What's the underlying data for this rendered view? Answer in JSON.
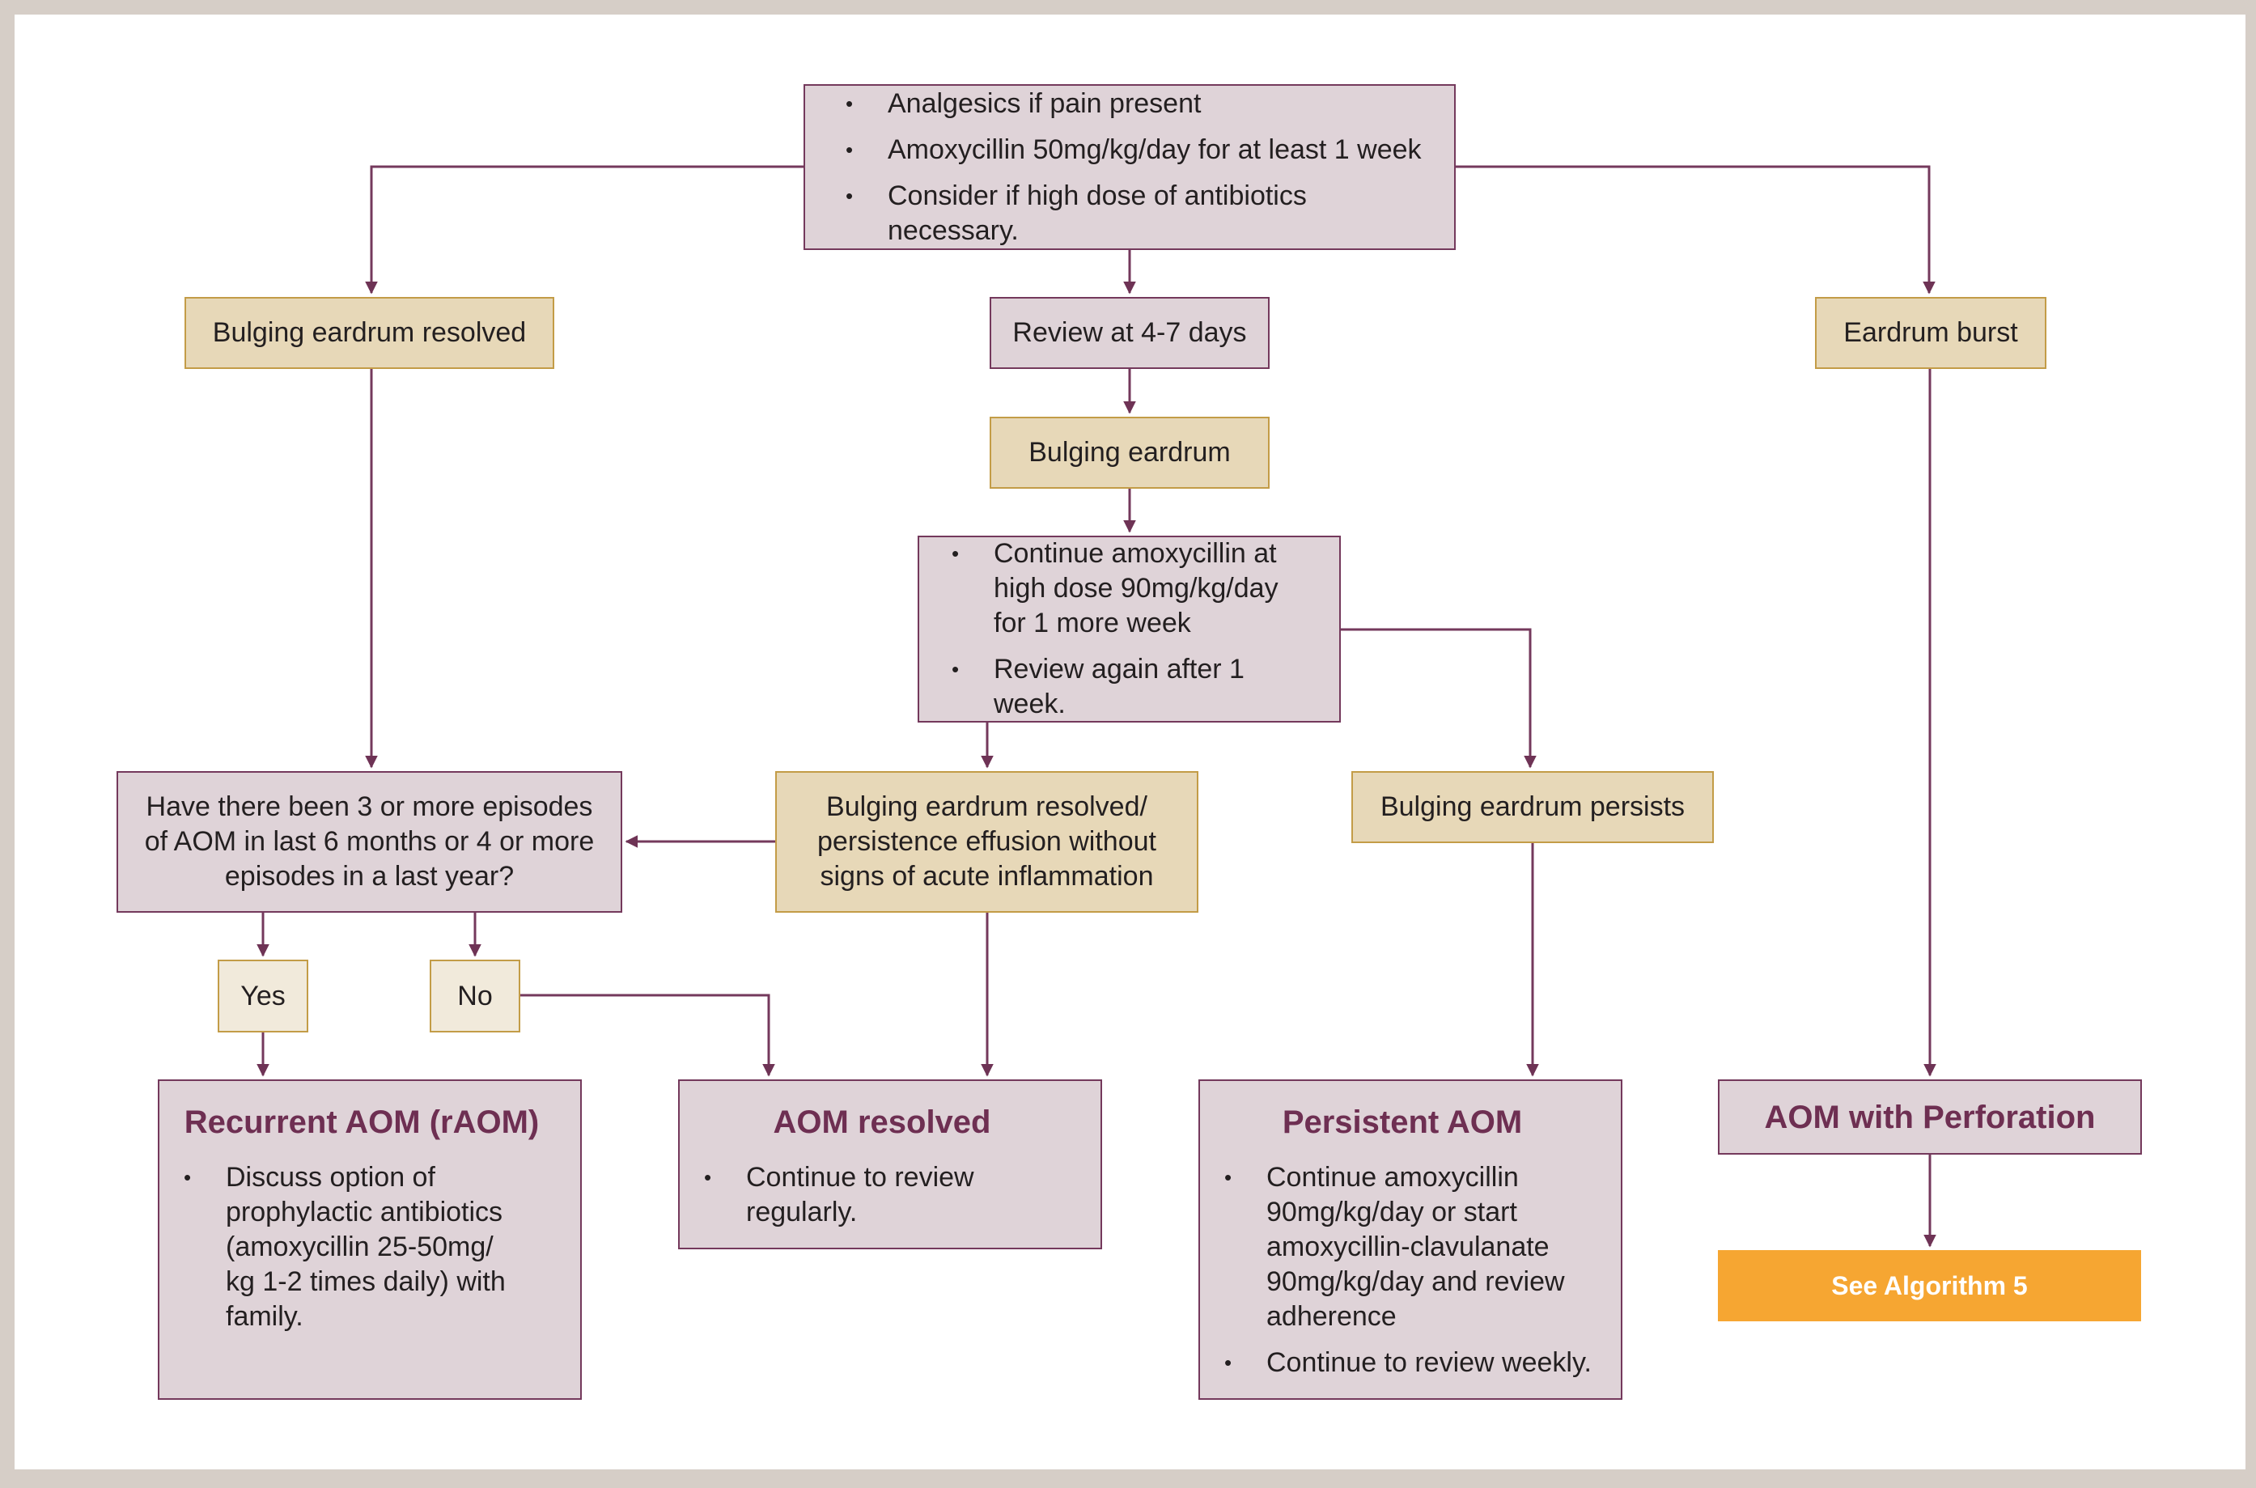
{
  "colors": {
    "plum_fill": "#dfd3d8",
    "plum_border": "#74395c",
    "tan_fill": "#e7d8b8",
    "tan_border": "#c39c47",
    "cream_fill": "#f1eadb",
    "title_color": "#6e2f52",
    "orange_fill": "#f6a632",
    "frame": "#d6cec7"
  },
  "nodes": {
    "initial_treatment": {
      "bullets": [
        "Analgesics if pain present",
        "Amoxycillin 50mg/kg/day for at least 1 week",
        "Consider if high dose of antibiotics necessary."
      ]
    },
    "bulging_resolved_left": {
      "text": "Bulging eardrum resolved"
    },
    "review_4_7": {
      "text": "Review at 4-7 days"
    },
    "eardrum_burst": {
      "text": "Eardrum burst"
    },
    "bulging_eardrum": {
      "text": "Bulging eardrum"
    },
    "continue_high_dose": {
      "bullets": [
        "Continue amoxycillin at high dose 90mg/kg/day for 1 more week",
        "Review again after 1 week."
      ]
    },
    "recurrence_question": {
      "text": "Have there been 3 or more episodes of AOM in last 6 months or 4 or more episodes in a last year?"
    },
    "resolved_effusion": {
      "text": "Bulging eardrum resolved/ persistence effusion without signs of acute inflammation"
    },
    "bulging_persists": {
      "text": "Bulging eardrum persists"
    },
    "yes": {
      "text": "Yes"
    },
    "no": {
      "text": "No"
    },
    "recurrent_aom": {
      "title": "Recurrent AOM (rAOM)",
      "bullets": [
        "Discuss option of prophylactic antibiotics (amoxycillin 25-50mg/ kg 1-2 times daily) with family."
      ]
    },
    "aom_resolved": {
      "title": "AOM resolved",
      "bullets": [
        "Continue to review regularly."
      ]
    },
    "persistent_aom": {
      "title": "Persistent AOM",
      "bullets": [
        "Continue amoxycillin 90mg/kg/day or start amoxycillin-clavulanate 90mg/kg/day and review adherence",
        "Continue to review weekly."
      ]
    },
    "aom_perforation": {
      "title": "AOM with Perforation"
    },
    "see_algorithm": {
      "text": "See Algorithm 5"
    }
  },
  "edges": [
    {
      "from": "initial_treatment",
      "to": "bulging_resolved_left"
    },
    {
      "from": "initial_treatment",
      "to": "review_4_7"
    },
    {
      "from": "initial_treatment",
      "to": "eardrum_burst"
    },
    {
      "from": "review_4_7",
      "to": "bulging_eardrum"
    },
    {
      "from": "bulging_eardrum",
      "to": "continue_high_dose"
    },
    {
      "from": "bulging_resolved_left",
      "to": "recurrence_question"
    },
    {
      "from": "continue_high_dose",
      "to": "resolved_effusion"
    },
    {
      "from": "continue_high_dose",
      "to": "bulging_persists"
    },
    {
      "from": "resolved_effusion",
      "to": "recurrence_question"
    },
    {
      "from": "resolved_effusion",
      "to": "aom_resolved"
    },
    {
      "from": "recurrence_question",
      "to": "yes"
    },
    {
      "from": "recurrence_question",
      "to": "no"
    },
    {
      "from": "yes",
      "to": "recurrent_aom"
    },
    {
      "from": "no",
      "to": "aom_resolved"
    },
    {
      "from": "bulging_persists",
      "to": "persistent_aom"
    },
    {
      "from": "eardrum_burst",
      "to": "aom_perforation"
    },
    {
      "from": "aom_perforation",
      "to": "see_algorithm"
    }
  ]
}
